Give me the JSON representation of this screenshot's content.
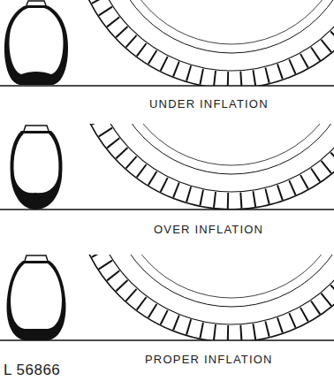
{
  "diagram": {
    "labels": [
      "UNDER INFLATION",
      "OVER INFLATION",
      "PROPER INFLATION",
      "L 56866"
    ]
  }
}
